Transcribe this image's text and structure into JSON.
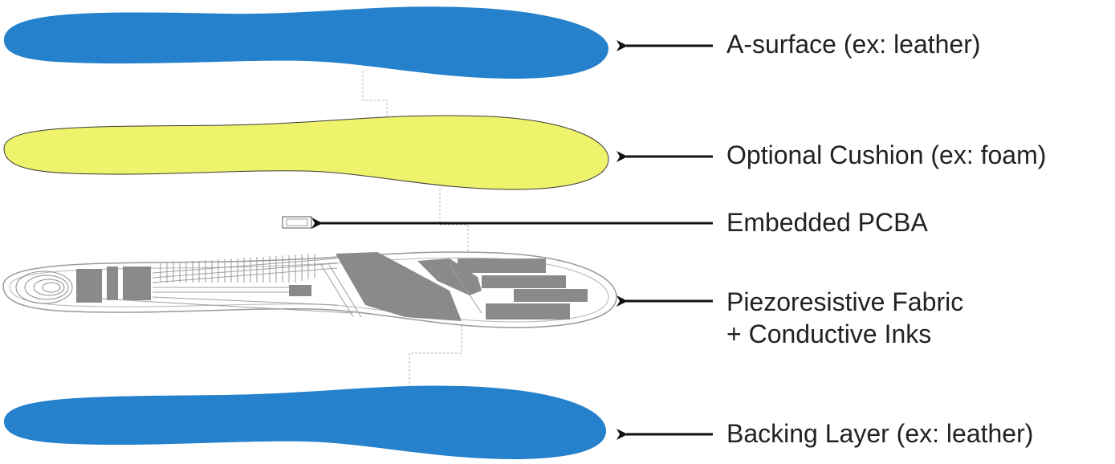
{
  "labels": {
    "a_surface": "A-surface (ex: leather)",
    "cushion": "Optional Cushion (ex: foam)",
    "pcba": "Embedded PCBA",
    "fabric_line1": "Piezoresistive Fabric",
    "fabric_line2": "+ Conductive Inks",
    "backing": "Backing Layer (ex: leather)"
  },
  "colors": {
    "leather_layer": "#2581cb",
    "cushion_layer": "#eff36b",
    "fabric_outline": "#9a9a9a",
    "sensor_pad": "#8a8a8a",
    "arrow": "#111111",
    "text": "#222222"
  }
}
